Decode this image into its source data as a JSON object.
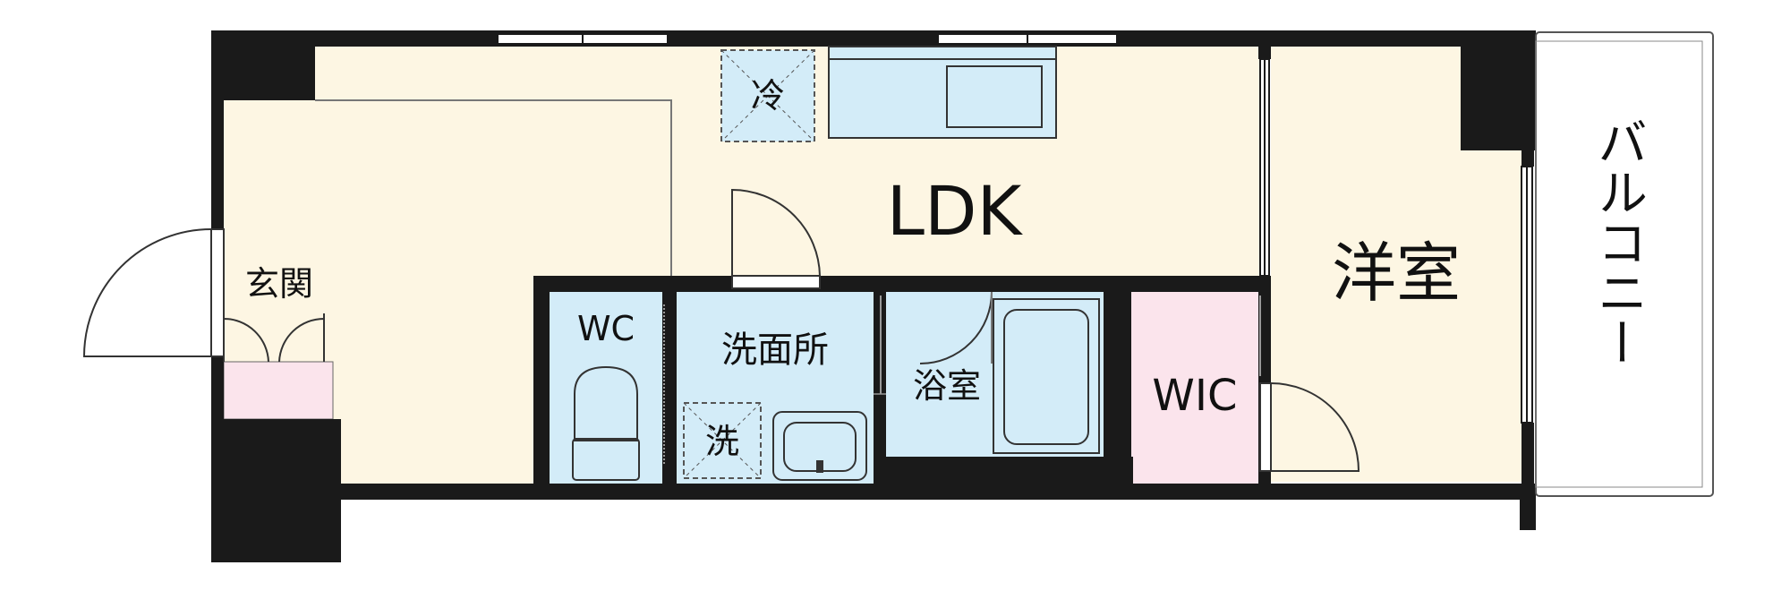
{
  "rooms": {
    "ldk": "LDK",
    "bedroom": "洋室",
    "entrance": "玄関",
    "toilet": "WC",
    "washroom": "洗面所",
    "bathroom": "浴室",
    "closet": "WIC",
    "balcony": "バルコニー"
  },
  "fixtures": {
    "fridge": "冷",
    "washer": "洗"
  },
  "colors": {
    "wall": "#1a1a1a",
    "living_floor": "#fdf6e3",
    "wet_area": "#d3ecf8",
    "entrance_floor": "#fbe4ec",
    "closet_floor": "#fbe4ec"
  }
}
